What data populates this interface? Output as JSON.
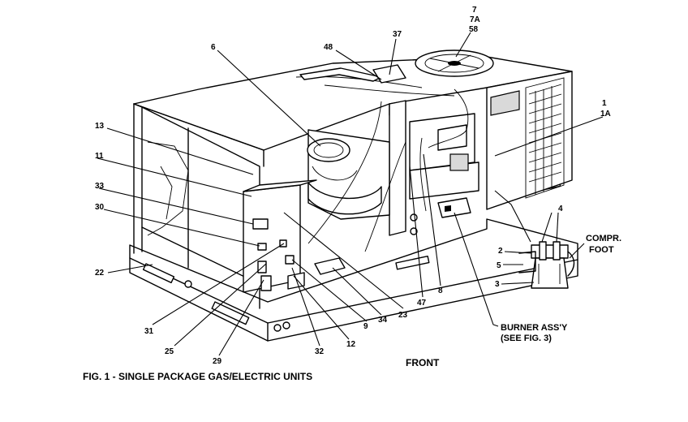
{
  "figure": {
    "caption": "FIG. 1 - SINGLE PACKAGE GAS/ELECTRIC UNITS",
    "front_label": "FRONT",
    "burner_label": "BURNER ASS'Y",
    "burner_ref": "(SEE FIG. 3)",
    "compr_line1": "COMPR.",
    "compr_line2": "FOOT"
  },
  "callouts": {
    "c7": "7",
    "c7a": "7A",
    "c58": "58",
    "c37": "37",
    "c48": "48",
    "c6": "6",
    "c1": "1",
    "c1a": "1A",
    "c13": "13",
    "c11": "11",
    "c33": "33",
    "c30": "30",
    "c22": "22",
    "c31": "31",
    "c25": "25",
    "c29": "29",
    "c32": "32",
    "c12": "12",
    "c9": "9",
    "c34": "34",
    "c23": "23",
    "c47": "47",
    "c8": "8",
    "d4": "4",
    "d2": "2",
    "d5": "5",
    "d3": "3"
  }
}
